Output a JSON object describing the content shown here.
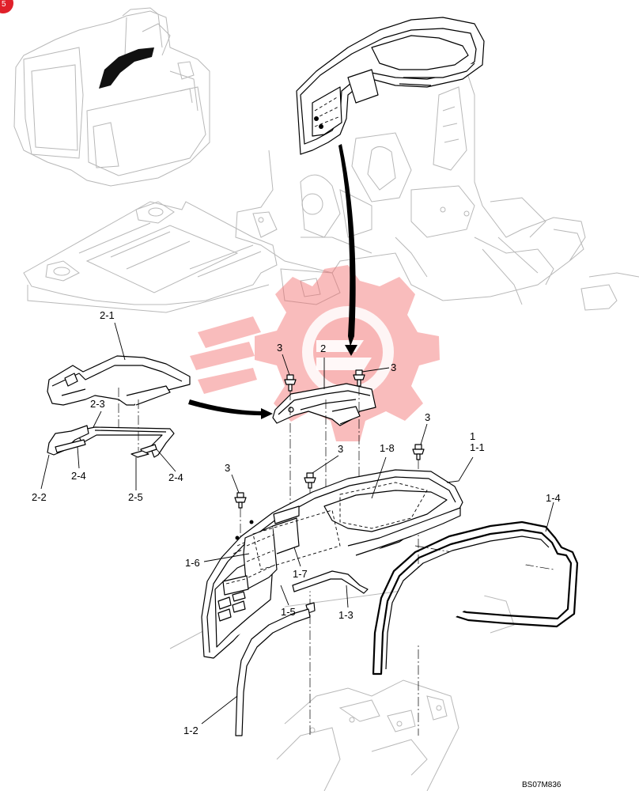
{
  "diagram": {
    "callouts": {
      "c_2_1": "2-1",
      "c_2": "2",
      "c_3a": "3",
      "c_3b": "3",
      "c_2_3": "2-3",
      "c_2_2": "2-2",
      "c_2_4a": "2-4",
      "c_2_5": "2-5",
      "c_2_4b": "2-4",
      "c_3c": "3",
      "c_1": "1",
      "c_1_1": "1-1",
      "c_3d": "3",
      "c_1_8": "1-8",
      "c_3e": "3",
      "c_1_4": "1-4",
      "c_1_6": "1-6",
      "c_1_7": "1-7",
      "c_1_5": "1-5",
      "c_1_3": "1-3",
      "c_1_2": "1-2"
    },
    "drawing_code": "BS07M836",
    "page_badge": "5"
  },
  "colors": {
    "watermark": "#f26a6a",
    "badge": "#e0202a",
    "ghost_line": "#b8b8b8",
    "part_line": "#000000"
  }
}
